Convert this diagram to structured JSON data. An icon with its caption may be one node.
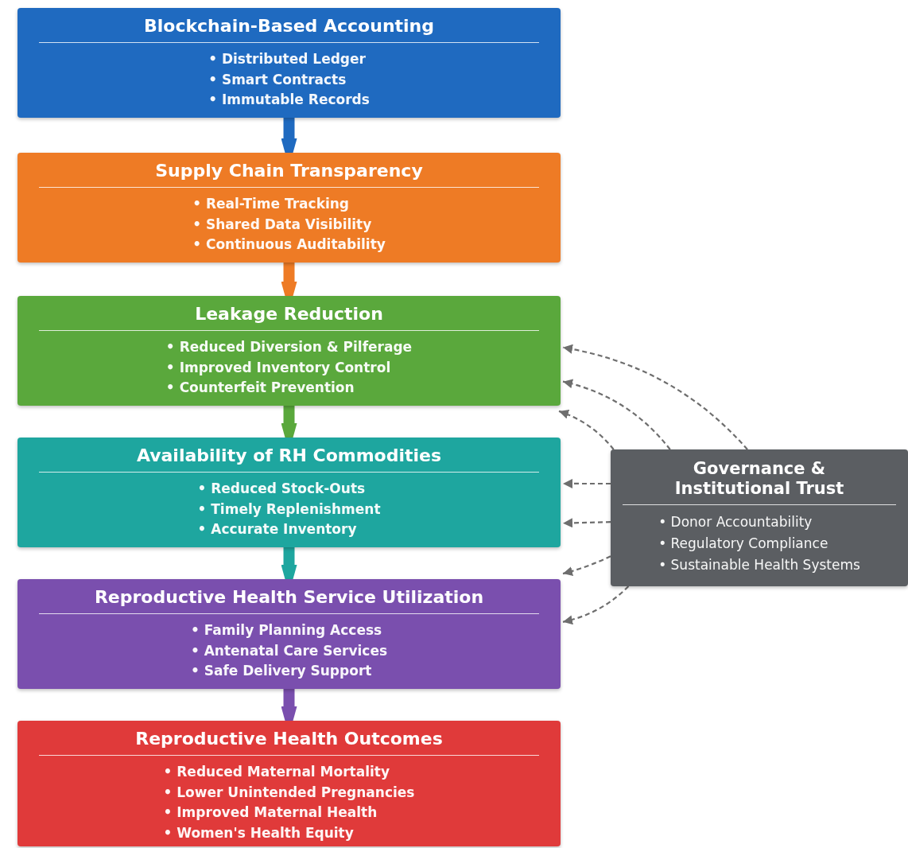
{
  "diagram": {
    "nodes": [
      {
        "text": [
          "Blockchain-Based Accounting",
          "• Distributed Ledger",
          "• Smart Contracts",
          "• Immutable Records"
        ]
      },
      {
        "text": [
          "Supply Chain Transparency",
          "• Real-Time Tracking",
          "• Shared Data Visibility",
          "• Continuous Auditability"
        ]
      },
      {
        "text": [
          "Leakage Reduction",
          "• Reduced Diversion & Pilferage",
          "• Improved Inventory Control",
          "• Counterfeit Prevention"
        ]
      },
      {
        "text": [
          "Availability of RH Commodities",
          "• Reduced Stock-Outs",
          "• Timely Replenishment",
          "• Accurate Inventory"
        ]
      },
      {
        "text": [
          "Reproductive Health Service Utilization",
          "• Family Planning Access",
          "• Antenatal Care Services",
          "• Safe Delivery Support"
        ]
      },
      {
        "text": [
          "Reproductive Health Outcomes",
          "• Reduced Maternal Mortality",
          "• Lower Unintended Pregnancies",
          "• Improved Maternal Health",
          "• Women's Health Equity"
        ]
      },
      {
        "text": [
          "Governance & Institutional Trust",
          "• Donor Accountability",
          "• Regulatory Compliance",
          "• Sustainable Health Systems"
        ]
      }
    ],
    "edges": [
      {
        "from": 0,
        "to": 1,
        "arrow": "to",
        "style": "thick",
        "color": "#1f6ac0"
      },
      {
        "from": 1,
        "to": 2,
        "arrow": "to",
        "style": "thick",
        "color": "#ee7b25"
      },
      {
        "from": 2,
        "to": 3,
        "arrow": "to",
        "style": "thick",
        "color": "#5aa83c"
      },
      {
        "from": 3,
        "to": 4,
        "arrow": "to",
        "style": "thick",
        "color": "#1ea69f"
      },
      {
        "from": 4,
        "to": 5,
        "arrow": "to",
        "style": "thick",
        "color": "#7a4fae"
      },
      {
        "from": 6,
        "to": 2,
        "arrow": "to",
        "style": "dashed"
      },
      {
        "from": 6,
        "to": 2,
        "arrow": "to",
        "style": "dashed"
      },
      {
        "from": 6,
        "to": 2,
        "arrow": "to",
        "style": "dashed"
      },
      {
        "from": 6,
        "to": 3,
        "arrow": "to",
        "style": "dashed"
      },
      {
        "from": 6,
        "to": 3,
        "arrow": "to",
        "style": "dashed"
      },
      {
        "from": 6,
        "to": 4,
        "arrow": "to",
        "style": "dashed"
      },
      {
        "from": 6,
        "to": 4,
        "arrow": "to",
        "style": "dashed"
      }
    ]
  }
}
